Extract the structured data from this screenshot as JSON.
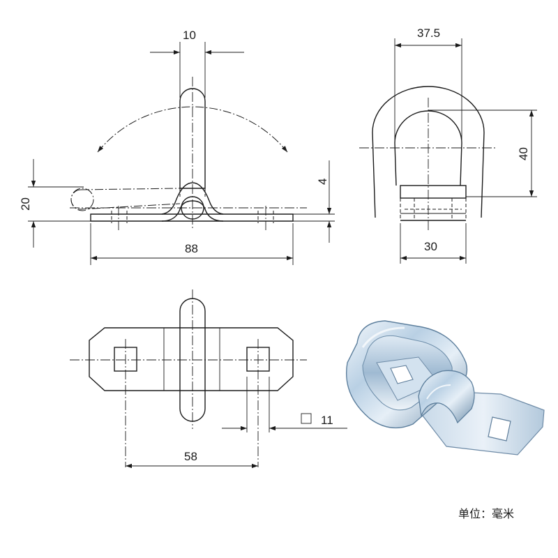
{
  "dimensions": {
    "front_width": "10",
    "front_height": "20",
    "front_thickness": "4",
    "front_length": "88",
    "side_width": "37.5",
    "side_height": "40",
    "side_base": "30",
    "top_spacing": "58",
    "hole_size": "11"
  },
  "unit_label": "单位：毫米",
  "colors": {
    "line": "#1a1a1a",
    "metal_light": "#e3eef7",
    "metal_mid": "#a9c3da",
    "metal_dark": "#5d7f9d"
  }
}
